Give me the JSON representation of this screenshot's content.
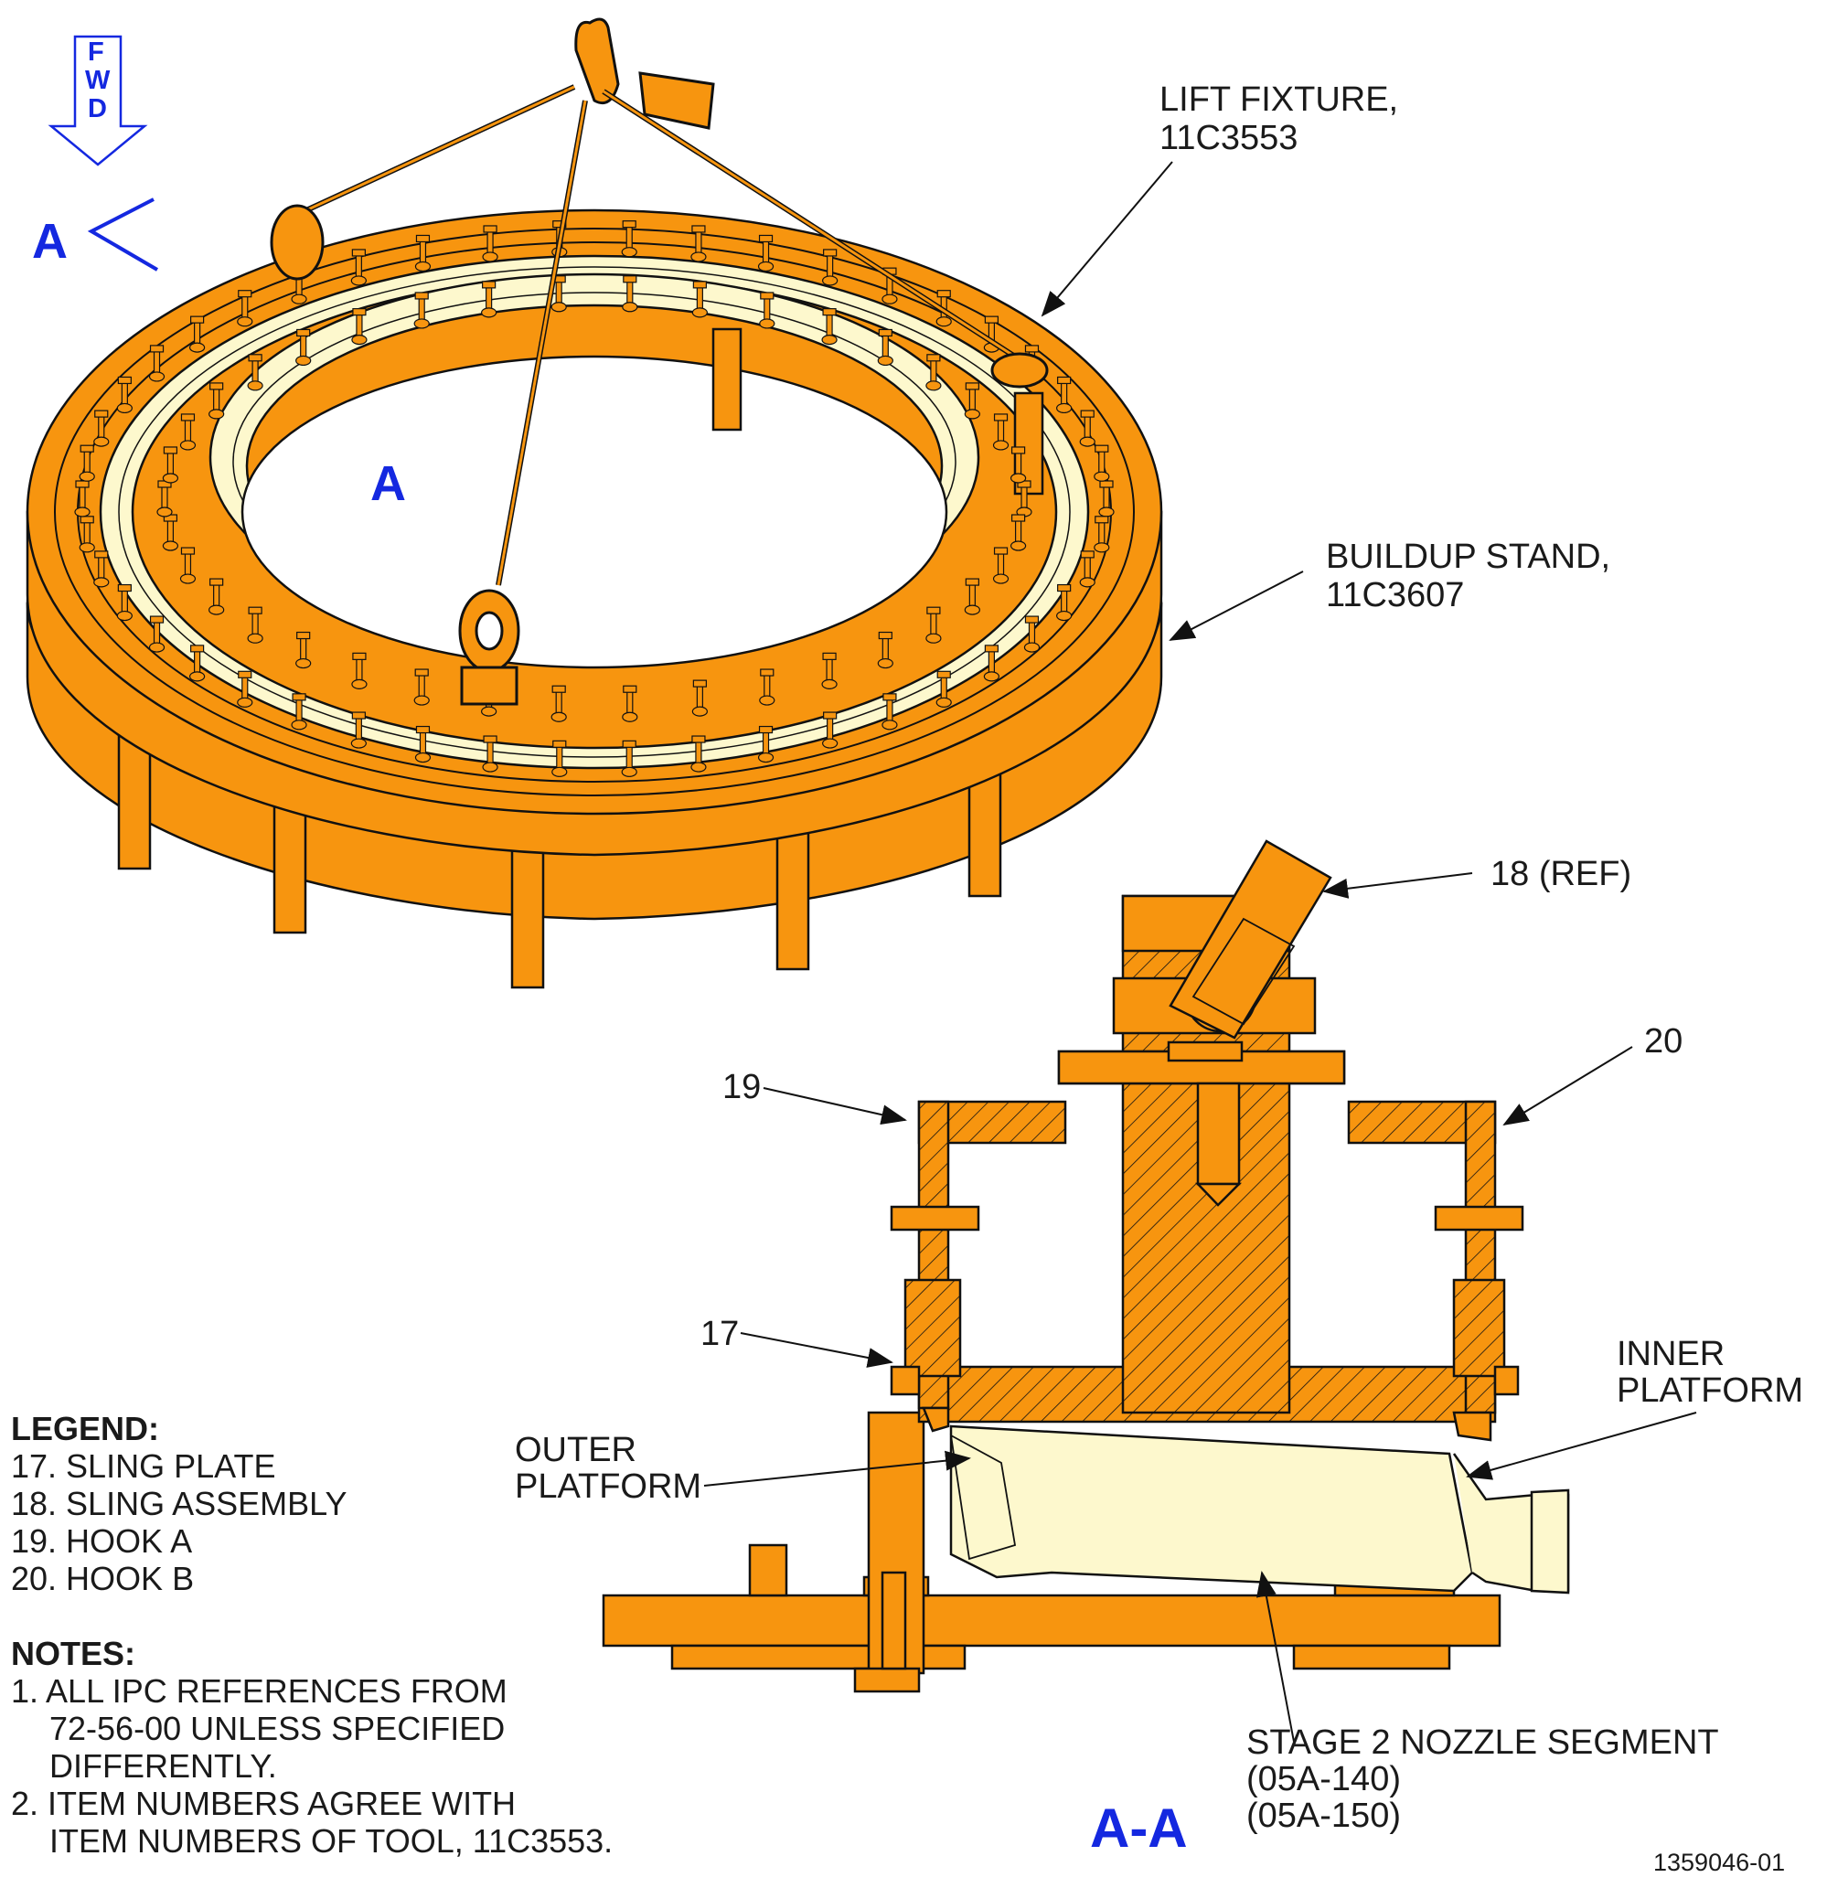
{
  "colors": {
    "tool_orange": "#f7950f",
    "outline": "#111111",
    "nozzle_fill": "#fdf8cd",
    "arrow_blue": "#1428e0",
    "text": "#1a1a1a"
  },
  "fwd_arrow": {
    "letters": [
      "F",
      "W",
      "D"
    ]
  },
  "view_marks": {
    "top_left": "A",
    "middle": "A"
  },
  "callouts": {
    "lift_fixture": [
      "LIFT FIXTURE,",
      "11C3553"
    ],
    "buildup_stand": [
      "BUILDUP STAND,",
      "11C3607"
    ],
    "sling_ref": "18 (REF)",
    "hook_b": "20",
    "hook_a": "19",
    "sling_plate": "17",
    "inner_platform": [
      "INNER",
      "PLATFORM"
    ],
    "outer_platform": [
      "OUTER",
      "PLATFORM"
    ],
    "nozzle_segment": [
      "STAGE 2 NOZZLE SEGMENT",
      "(05A-140)",
      "(05A-150)"
    ]
  },
  "section_title": "A-A",
  "legend": {
    "title": "LEGEND:",
    "items": [
      "17. SLING PLATE",
      "18. SLING ASSEMBLY",
      "19. HOOK A",
      "20. HOOK B"
    ]
  },
  "notes": {
    "title": "NOTES:",
    "items": [
      [
        "1. ALL IPC REFERENCES FROM",
        "72-56-00 UNLESS SPECIFIED",
        "DIFFERENTLY."
      ],
      [
        "2. ITEM NUMBERS AGREE WITH",
        "ITEM NUMBERS OF TOOL, 11C3553."
      ]
    ]
  },
  "figure_number": "1359046-01"
}
